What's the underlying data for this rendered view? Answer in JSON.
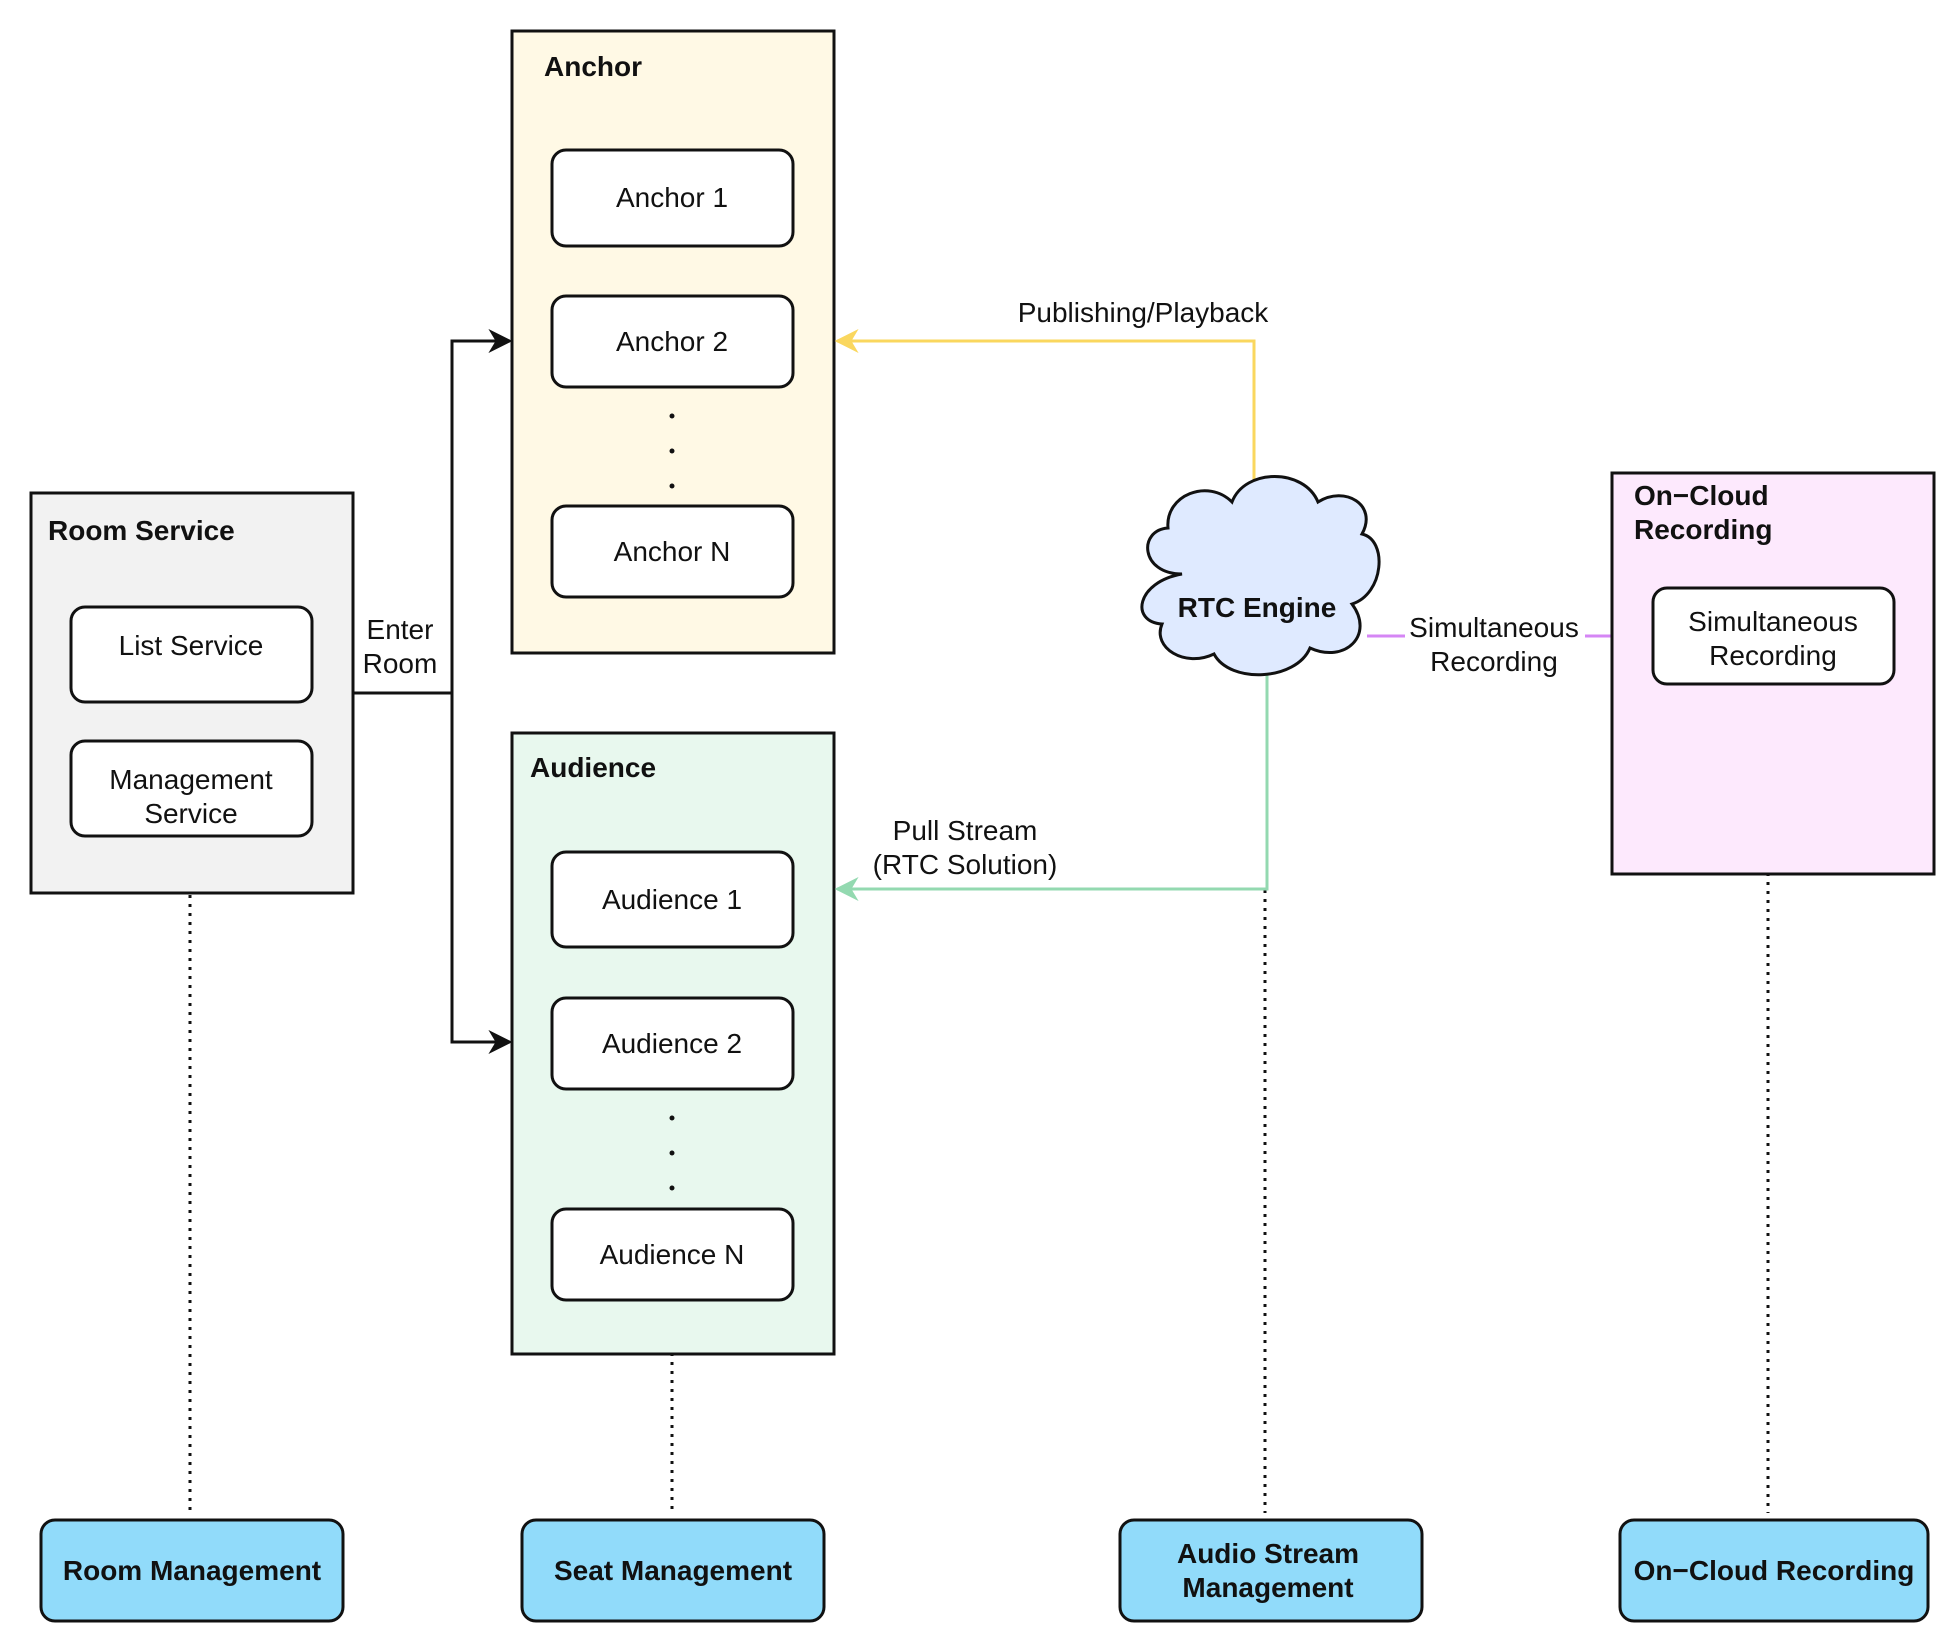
{
  "groups": {
    "room_service": {
      "title": "Room Service",
      "nodes": [
        "List Service",
        "Management\nService"
      ]
    },
    "anchor": {
      "title": "Anchor",
      "nodes": [
        "Anchor 1",
        "Anchor 2",
        "Anchor N"
      ]
    },
    "audience": {
      "title": "Audience",
      "nodes": [
        "Audience 1",
        "Audience 2",
        "Audience N"
      ]
    },
    "on_cloud_recording": {
      "title": "On−Cloud\nRecording",
      "nodes": [
        "Simultaneous\nRecording"
      ]
    }
  },
  "rtc_engine": {
    "label": "RTC Engine"
  },
  "edges": {
    "enter_room": "Enter\nRoom",
    "publishing_playback": "Publishing/Playback",
    "pull_stream": "Pull Stream\n(RTC Solution)",
    "simultaneous_recording": "Simultaneous\nRecording"
  },
  "bottom_modules": [
    "Room Management",
    "Seat Management",
    "Audio Stream\nManagement",
    "On−Cloud Recording"
  ],
  "colors": {
    "room_service_fill": "#f2f2f2",
    "anchor_fill": "#fff9e5",
    "audience_fill": "#e8f8ee",
    "recording_fill": "#fde9fd",
    "cloud_fill": "#dfeaff",
    "bottom_fill": "#91dbfa",
    "publishing_line": "#fad75e",
    "pull_line": "#93d9b0",
    "recording_line": "#d586f5",
    "stroke": "#111111"
  }
}
